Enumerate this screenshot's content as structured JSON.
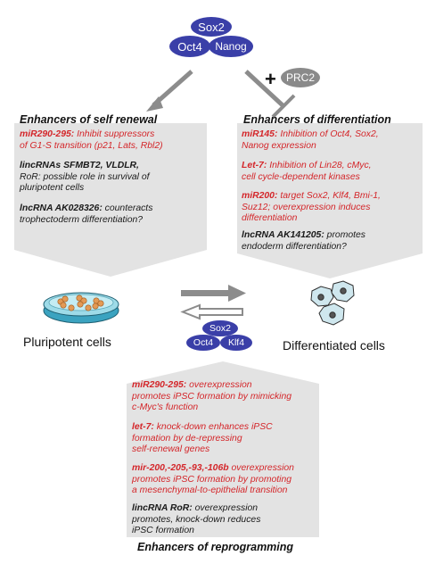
{
  "top_factors": {
    "sox2": "Sox2",
    "oct4": "Oct4",
    "nanog": "Nanog"
  },
  "prc2": {
    "plus": "+",
    "label": "PRC2"
  },
  "self_renewal": {
    "title": "Enhancers of self renewal",
    "items": [
      {
        "name": "miR290-295:",
        "text": [
          "Inhibit suppressors",
          "of G1-S transition (p21, Lats, Rbl2)"
        ],
        "color": "#d4262a"
      },
      {
        "name": "lincRNAs SFMBT2, VLDLR,",
        "text": [
          "",
          "RoR: possible role in survival of",
          "pluripotent cells"
        ],
        "color": "#1a1a1a"
      },
      {
        "name": "lncRNA AK028326:",
        "text": [
          "counteracts",
          "trophectoderm differentiation?"
        ],
        "color": "#1a1a1a"
      }
    ]
  },
  "differentiation": {
    "title": "Enhancers of differentiation",
    "items": [
      {
        "name": "miR145:",
        "text": [
          "Inhibition of Oct4, Sox2,",
          "Nanog expression"
        ],
        "color": "#d4262a"
      },
      {
        "name": "Let-7:",
        "text": [
          "Inhibition of Lin28, cMyc,",
          "cell cycle-dependent kinases"
        ],
        "color": "#d4262a"
      },
      {
        "name": "miR200:",
        "text": [
          "target Sox2, Klf4, Bmi-1,",
          "Suz12; overexpression induces",
          "differentiation"
        ],
        "color": "#d4262a"
      },
      {
        "name": "lncRNA AK141205:",
        "text": [
          "promotes",
          "endoderm differentiation?"
        ],
        "color": "#1a1a1a"
      }
    ]
  },
  "middle": {
    "pluripotent": "Pluripotent cells",
    "differentiated": "Differentiated cells",
    "factors": {
      "sox2": "Sox2",
      "oct4": "Oct4",
      "klf4": "Klf4"
    }
  },
  "reprogramming": {
    "title": "Enhancers of reprogramming",
    "items": [
      {
        "name": "miR290-295:",
        "text": [
          "overexpression",
          "promotes iPSC formation by mimicking",
          "c-Myc's function"
        ],
        "color": "#d4262a"
      },
      {
        "name": "let-7:",
        "text": [
          "knock-down enhances iPSC",
          "formation by de-repressing",
          "self-renewal genes"
        ],
        "color": "#d4262a"
      },
      {
        "name": "mir-200,-205,-93,-106b",
        "text": [
          "overexpression",
          "promotes iPSC formation by promoting",
          "a mesenchymal-to-epithelial transition"
        ],
        "color": "#d4262a"
      },
      {
        "name": "lincRNA RoR:",
        "text": [
          "overexpression",
          "promotes, knock-down reduces",
          "iPSC formation"
        ],
        "color": "#1a1a1a"
      }
    ]
  },
  "colors": {
    "factor_fill": "#3a3fa8",
    "prc2_fill": "#8a8a8a",
    "panel_fill": "#e2e2e2",
    "arrow_gray": "#8c8c8c",
    "red_text": "#d4262a"
  }
}
